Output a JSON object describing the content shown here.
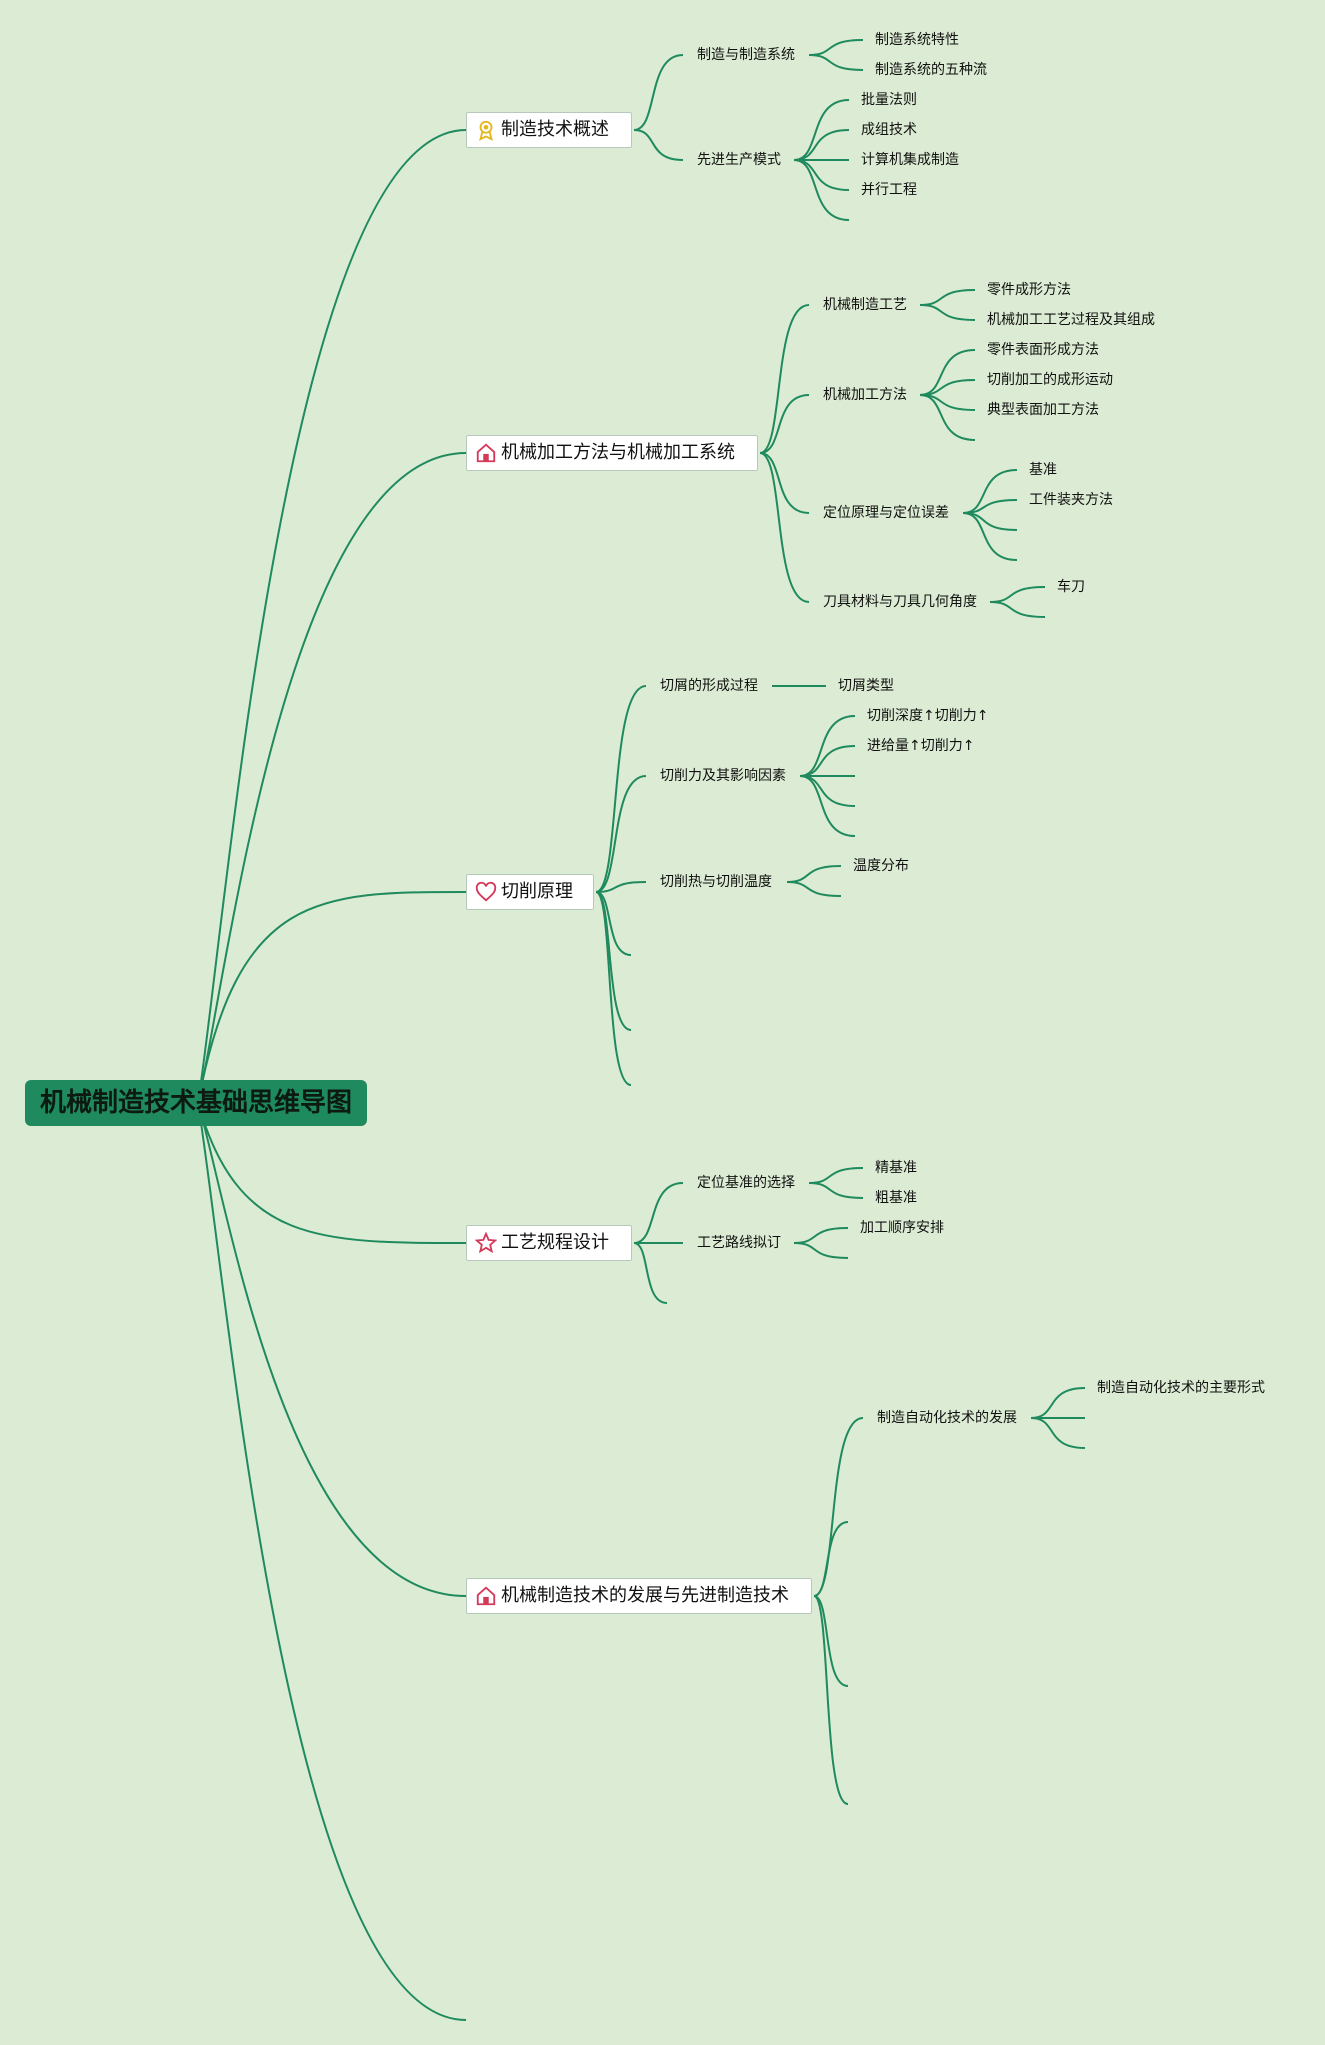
{
  "root": {
    "title": "机械制造技术基础思维导图"
  },
  "colors": {
    "background": "#dcebd3",
    "branch": "#1e8a5e",
    "root_fill": "#1e8a5e"
  },
  "topics": [
    {
      "label": "制造技术概述",
      "icon": "award-icon",
      "children": [
        {
          "label": "制造与制造系统",
          "children": [
            "制造系统特性",
            "制造系统的五种流"
          ]
        },
        {
          "label": "先进生产模式",
          "children": [
            "批量法则",
            "成组技术",
            "计算机集成制造",
            "并行工程",
            ""
          ]
        }
      ]
    },
    {
      "label": "机械加工方法与机械加工系统",
      "icon": "home-icon",
      "children": [
        {
          "label": "机械制造工艺",
          "children": [
            "零件成形方法",
            "机械加工工艺过程及其组成"
          ]
        },
        {
          "label": "机械加工方法",
          "children": [
            "零件表面形成方法",
            "切削加工的成形运动",
            "典型表面加工方法",
            ""
          ]
        },
        {
          "label": "定位原理与定位误差",
          "children": [
            "基准",
            "工件装夹方法",
            "",
            ""
          ]
        },
        {
          "label": "刀具材料与刀具几何角度",
          "children": [
            "车刀",
            ""
          ]
        }
      ]
    },
    {
      "label": "切削原理",
      "icon": "heart-icon",
      "children": [
        {
          "label": "切屑的形成过程",
          "children": [
            "切屑类型"
          ]
        },
        {
          "label": "切削力及其影响因素",
          "children": [
            "切削深度↑切削力↑",
            "进给量↑切削力↑",
            "",
            "",
            ""
          ]
        },
        {
          "label": "切削热与切削温度",
          "children": [
            "温度分布",
            ""
          ]
        },
        {
          "label": "",
          "children": []
        },
        {
          "label": "",
          "children": []
        },
        {
          "label": "",
          "children": []
        }
      ]
    },
    {
      "label": "工艺规程设计",
      "icon": "star-icon",
      "children": [
        {
          "label": "定位基准的选择",
          "children": [
            "精基准",
            "粗基准"
          ]
        },
        {
          "label": "工艺路线拟订",
          "children": [
            "加工顺序安排",
            ""
          ]
        },
        {
          "label": "",
          "children": []
        }
      ]
    },
    {
      "label": "机械制造技术的发展与先进制造技术",
      "icon": "home-icon",
      "children": [
        {
          "label": "制造自动化技术的发展",
          "children": [
            "制造自动化技术的主要形式",
            "",
            ""
          ]
        },
        {
          "label": "",
          "children": []
        },
        {
          "label": "",
          "children": []
        },
        {
          "label": "",
          "children": []
        }
      ]
    },
    {
      "label": "",
      "icon": "",
      "children": []
    }
  ]
}
